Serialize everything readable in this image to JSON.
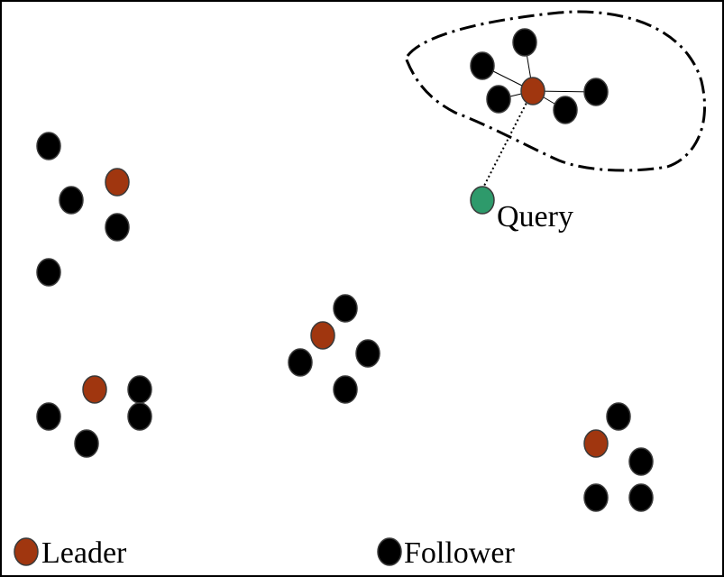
{
  "labels": {
    "query": "Query",
    "leader": "Leader",
    "follower": "Follower"
  },
  "colors": {
    "leader": "#a0360f",
    "follower": "#000000",
    "query": "#2e9a6b",
    "border": "#000000",
    "background": "#ffffff"
  }
}
